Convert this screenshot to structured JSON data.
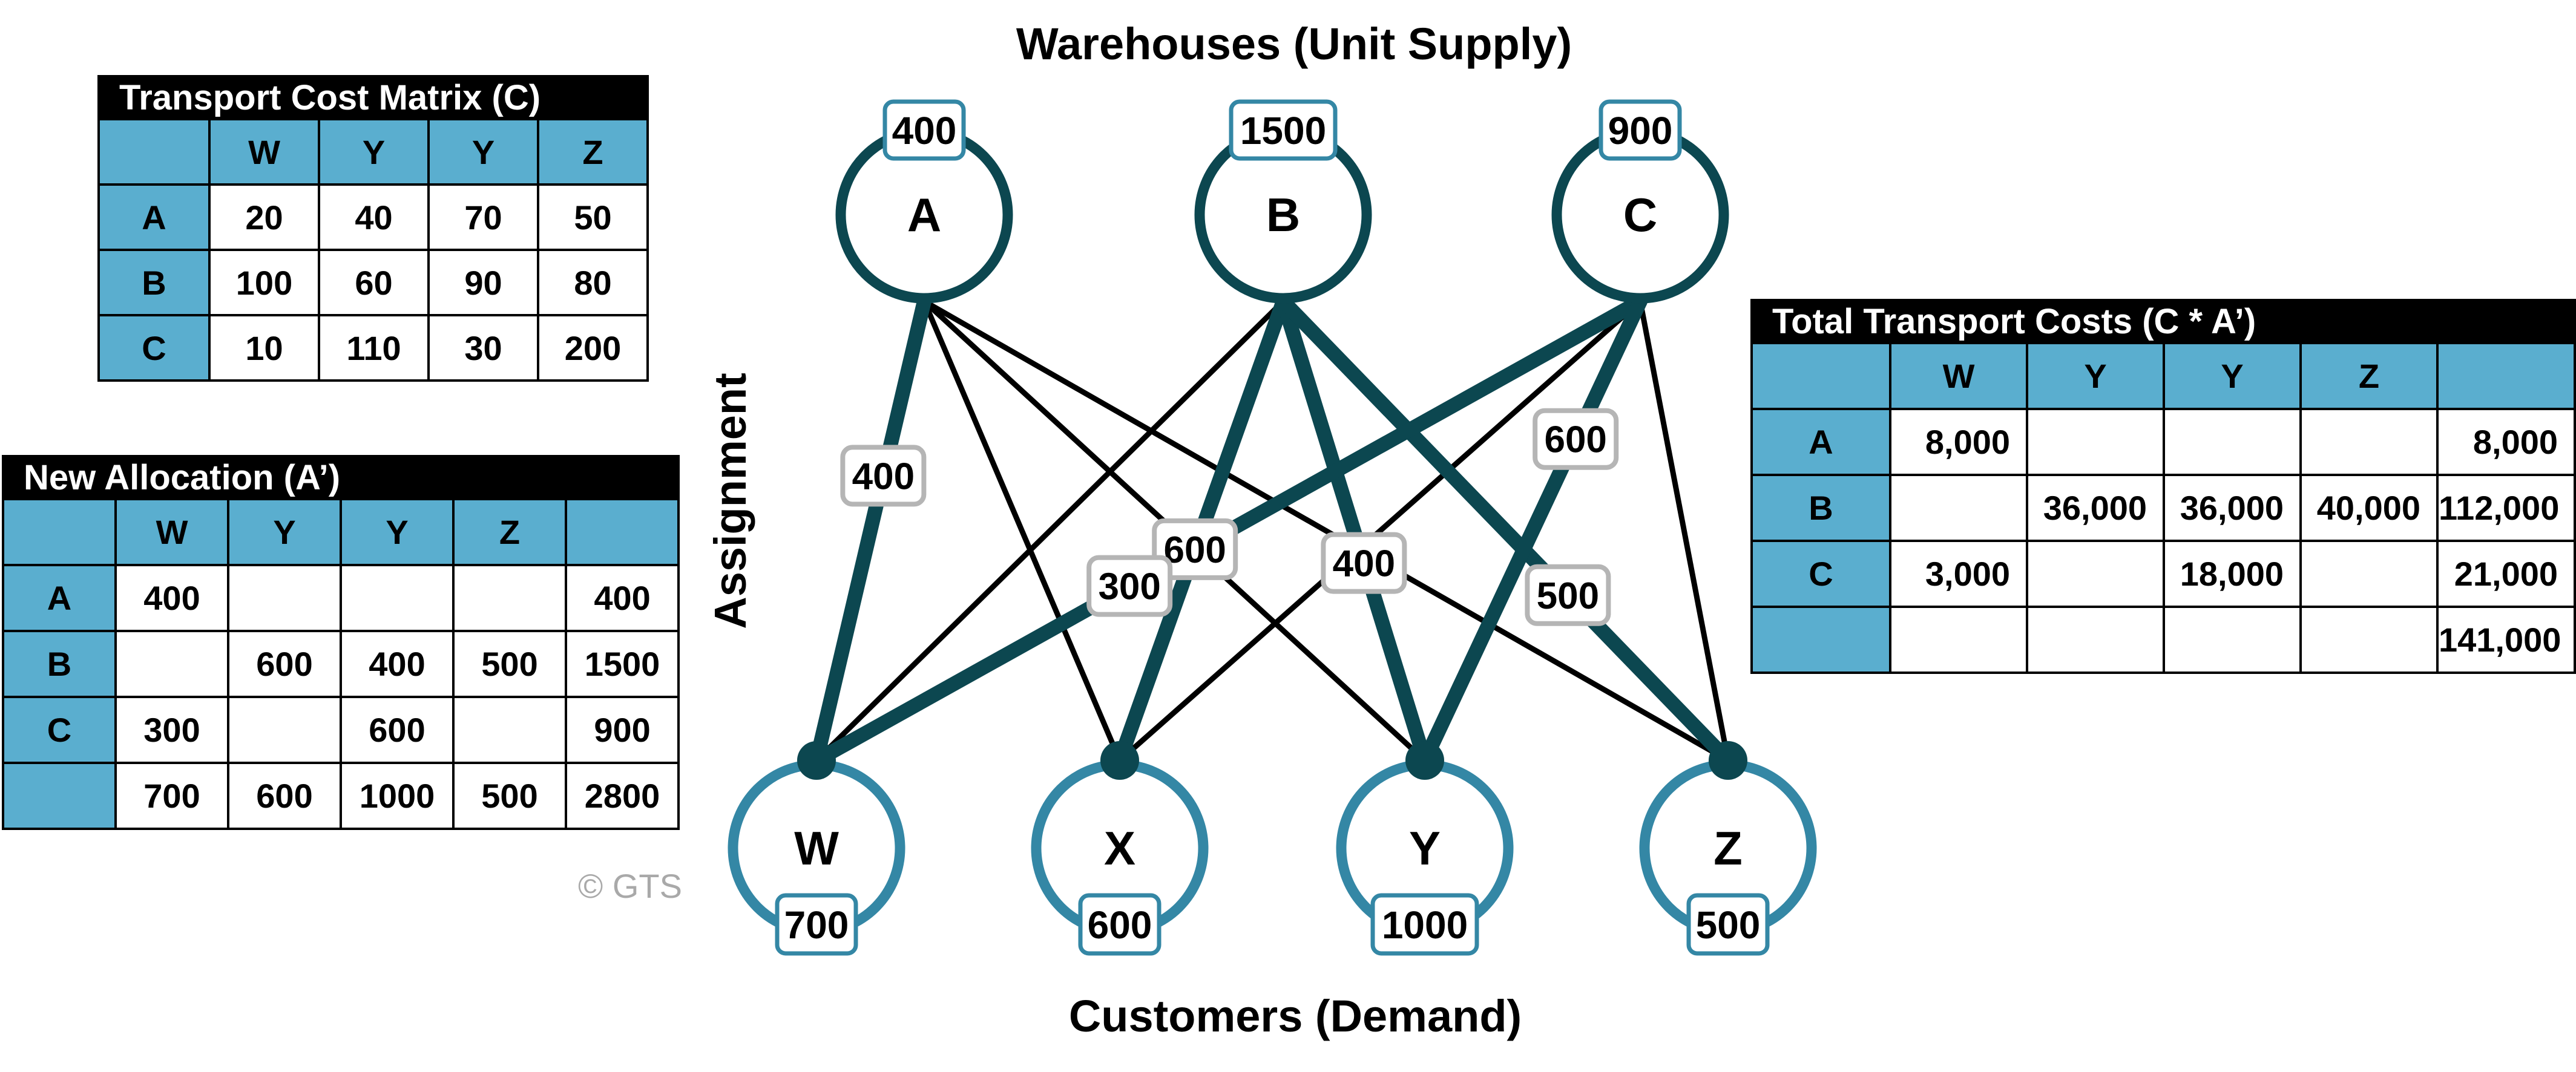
{
  "diagram": {
    "title_top": "Warehouses (Unit Supply)",
    "title_bottom": "Customers (Demand)",
    "side_label": "Assignment",
    "warehouses": [
      {
        "name": "A",
        "supply": "400"
      },
      {
        "name": "B",
        "supply": "1500"
      },
      {
        "name": "C",
        "supply": "900"
      }
    ],
    "customers": [
      {
        "name": "W",
        "demand": "700"
      },
      {
        "name": "X",
        "demand": "600"
      },
      {
        "name": "Y",
        "demand": "1000"
      },
      {
        "name": "Z",
        "demand": "500"
      }
    ],
    "assignments": [
      {
        "from": "A",
        "to": "W",
        "label": "400"
      },
      {
        "from": "B",
        "to": "X",
        "label": "600"
      },
      {
        "from": "B",
        "to": "Y",
        "label": "400"
      },
      {
        "from": "B",
        "to": "Z",
        "label": "500"
      },
      {
        "from": "C",
        "to": "W",
        "label": "300"
      },
      {
        "from": "C",
        "to": "Y",
        "label": "600"
      }
    ],
    "colors": {
      "warehouse": "#0c4750",
      "customer": "#3487a5",
      "label_border": "#b5b5b5",
      "header_fill": "#5aaecf"
    }
  },
  "cost_table": {
    "title": "Transport Cost Matrix (C)",
    "headers": [
      "",
      "W",
      "Y",
      "Y",
      "Z"
    ],
    "rows": [
      [
        "A",
        "20",
        "40",
        "70",
        "50"
      ],
      [
        "B",
        "100",
        "60",
        "90",
        "80"
      ],
      [
        "C",
        "10",
        "110",
        "30",
        "200"
      ]
    ]
  },
  "alloc_table": {
    "title": "New Allocation (A’)",
    "headers": [
      "",
      "W",
      "Y",
      "Y",
      "Z",
      ""
    ],
    "rows": [
      [
        "A",
        "400",
        "",
        "",
        "",
        "400"
      ],
      [
        "B",
        "",
        "600",
        "400",
        "500",
        "1500"
      ],
      [
        "C",
        "300",
        "",
        "600",
        "",
        "900"
      ],
      [
        "",
        "700",
        "600",
        "1000",
        "500",
        "2800"
      ]
    ]
  },
  "total_table": {
    "title": "Total Transport Costs (C * A’)",
    "headers": [
      "",
      "W",
      "Y",
      "Y",
      "Z",
      ""
    ],
    "rows": [
      [
        "A",
        "8,000",
        "",
        "",
        "",
        "8,000"
      ],
      [
        "B",
        "",
        "36,000",
        "36,000",
        "40,000",
        "112,000"
      ],
      [
        "C",
        "3,000",
        "",
        "18,000",
        "",
        "21,000"
      ],
      [
        "",
        "",
        "",
        "",
        "",
        "141,000"
      ]
    ]
  },
  "copyright": "© GTS"
}
